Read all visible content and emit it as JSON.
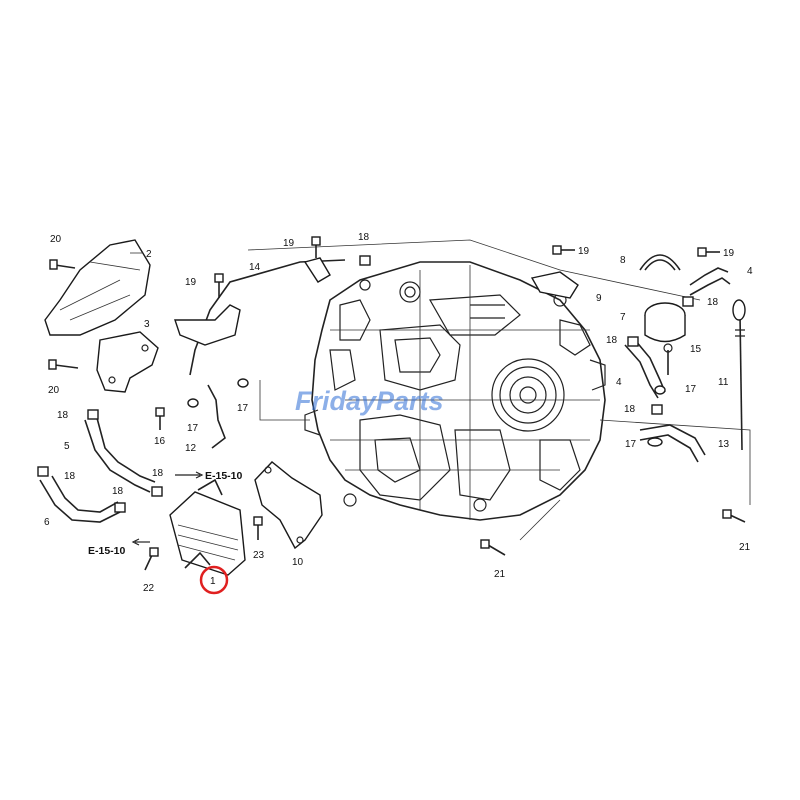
{
  "watermark": "FridayParts",
  "callouts": {
    "c1": "1",
    "c2": "2",
    "c3": "3",
    "c4a": "4",
    "c4b": "4",
    "c5": "5",
    "c6": "6",
    "c7": "7",
    "c8": "8",
    "c9": "9",
    "c10": "10",
    "c11": "11",
    "c12": "12",
    "c13": "13",
    "c14": "14",
    "c15": "15",
    "c16": "16",
    "c17a": "17",
    "c17b": "17",
    "c17c": "17",
    "c17d": "17",
    "c18a": "18",
    "c18b": "18",
    "c18c": "18",
    "c18d": "18",
    "c18e": "18",
    "c18f": "18",
    "c18g": "18",
    "c18h": "18",
    "c19a": "19",
    "c19b": "19",
    "c19c": "19",
    "c19d": "19",
    "c20a": "20",
    "c20b": "20",
    "c21a": "21",
    "c21b": "21",
    "c22": "22",
    "c23": "23"
  },
  "references": {
    "ref_a": "E-15-10",
    "ref_b": "E-15-10"
  },
  "highlight": {
    "part": "1",
    "color": "#e02020"
  },
  "colors": {
    "line": "#222222",
    "watermark_blue": "#2f6fd6",
    "watermark_orange": "#f39c12"
  }
}
